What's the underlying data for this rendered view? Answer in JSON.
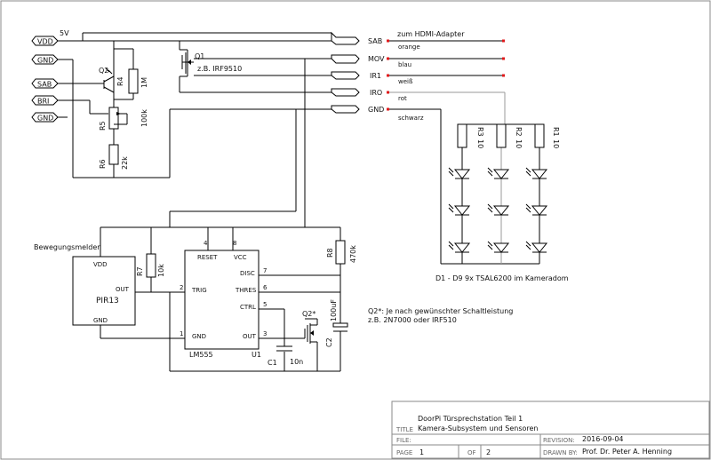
{
  "connectors_left": {
    "vdd_top": "VDD",
    "gnd_top": "GND",
    "sab": "SAB",
    "bri": "BRI",
    "gnd_bottom": "GND"
  },
  "supply_label": "5V",
  "connectors_right": [
    {
      "label": "SAB",
      "wire": "zum HDMI-Adapter",
      "color": "orange"
    },
    {
      "label": "MOV",
      "wire": "",
      "color": "blau"
    },
    {
      "label": "IR1",
      "wire": "",
      "color": "weiß"
    },
    {
      "label": "IRO",
      "wire": "",
      "color": "rot"
    },
    {
      "label": "GND",
      "wire": "",
      "color": "schwarz"
    }
  ],
  "transistors": {
    "q1_name": "Q1",
    "q1_value": "z.B. IRF9510",
    "q2_left_name": "Q2",
    "q2_right_name": "Q2*",
    "q2_note_line1": "Q2*: Je nach gewünschter Schaltleistung",
    "q2_note_line2": "z.B. 2N7000 oder IRF510"
  },
  "resistors": {
    "r4_name": "R4",
    "r4_value": "1M",
    "r5_name": "R5",
    "r5_value": "100k",
    "r6_name": "R6",
    "r6_value": "22k",
    "r7_name": "R7",
    "r7_value": "10k",
    "r8_name": "R8",
    "r8_value": "470k",
    "r1_name": "R1",
    "r1_value": "10",
    "r2_name": "R2",
    "r2_value": "10",
    "r3_name": "R3",
    "r3_value": "10"
  },
  "led_label": "D1 - D9 9x TSAL6200 im Kameradom",
  "pir": {
    "title": "Bewegungsmelder",
    "name": "PIR13",
    "vdd": "VDD",
    "out": "OUT",
    "gnd": "GND"
  },
  "timer": {
    "name": "LM555",
    "ref": "U1",
    "reset": "RESET",
    "vcc": "VCC",
    "trig": "TRIG",
    "gnd": "GND",
    "disc": "DISC",
    "thres": "THRES",
    "ctrl": "CTRL",
    "out": "OUT",
    "pin4": "4",
    "pin8": "8",
    "pin2": "2",
    "pin1": "1",
    "pin7": "7",
    "pin6": "6",
    "pin5": "5",
    "pin3": "3"
  },
  "capacitors": {
    "c1_name": "C1",
    "c1_value": "10n",
    "c2_name": "C2",
    "c2_value": "100uF"
  },
  "title_block": {
    "title_caption": "TITLE",
    "title_line1": "DoorPi Türsprechstation Teil 1",
    "title_line2": "Kamera-Subsystem und Sensoren",
    "file_caption": "FILE:",
    "page_caption": "PAGE",
    "page_number": "1",
    "of_caption": "OF",
    "page_total": "2",
    "revision_caption": "REVISION:",
    "revision_value": "2016-09-04",
    "drawn_caption": "DRAWN BY:",
    "drawn_value": "Prof. Dr. Peter A. Henning"
  },
  "colors": {
    "wire": "#000000",
    "ir_wire": "#9a9a9a",
    "pin_marker": "#e0191b",
    "frame": "#8a8a8a"
  }
}
